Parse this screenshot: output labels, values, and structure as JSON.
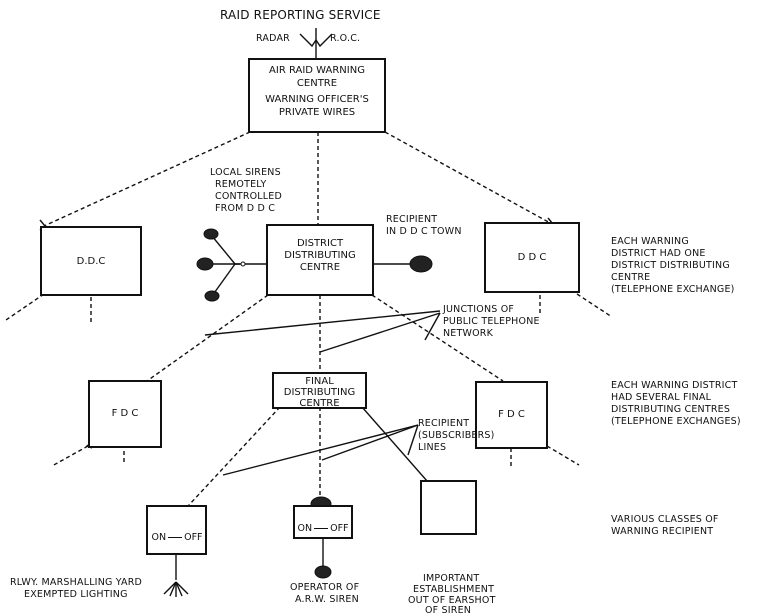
{
  "top": {
    "service_title": "RAID REPORTING SERVICE",
    "radar_label": "RADAR",
    "roc_label": "R.O.C."
  },
  "arwc": {
    "title_line1": "AIR RAID WARNING",
    "title_line2": "CENTRE",
    "sub_line1": "WARNING OFFICER'S",
    "sub_line2": "PRIVATE WIRES"
  },
  "ddc_left": {
    "label": "D.D.C"
  },
  "ddc_right": {
    "label": "D D C"
  },
  "ddc_center": {
    "line1": "DISTRICT",
    "line2": "DISTRIBUTING",
    "line3": "CENTRE"
  },
  "local_sirens": {
    "line1": "LOCAL SIRENS",
    "line2": "REMOTELY",
    "line3": "CONTROLLED",
    "line4": "FROM D D C"
  },
  "recipient_ddc": {
    "line1": "RECIPIENT",
    "line2": "IN D D C TOWN"
  },
  "junctions": {
    "line1": "JUNCTIONS OF",
    "line2": "PUBLIC TELEPHONE",
    "line3": "NETWORK"
  },
  "fdc_left": {
    "label": "F D C"
  },
  "fdc_right": {
    "label": "F D C"
  },
  "fdc_center": {
    "line1": "FINAL",
    "line2": "DISTRIBUTING",
    "line3": "CENTRE"
  },
  "recipient_lines": {
    "line1": "RECIPIENT",
    "line2": "(SUBSCRIBERS)",
    "line3": "LINES"
  },
  "on_label": "ON",
  "off_label": "OFF",
  "bottom_left": {
    "line1": "RLWY. MARSHALLING YARD",
    "line2": "EXEMPTED LIGHTING"
  },
  "bottom_center": {
    "line1": "OPERATOR OF",
    "line2": "A.R.W. SIREN"
  },
  "bottom_right": {
    "line1": "IMPORTANT",
    "line2": "ESTABLISHMENT",
    "line3": "OUT OF EARSHOT",
    "line4": "OF SIREN"
  },
  "side_notes": {
    "ddc_note": {
      "line1": "EACH WARNING",
      "line2": "DISTRICT HAD ONE",
      "line3": "DISTRICT DISTRIBUTING",
      "line4": "CENTRE",
      "line5": "(TELEPHONE EXCHANGE)"
    },
    "fdc_note": {
      "line1": "EACH WARNING DISTRICT",
      "line2": "HAD SEVERAL FINAL",
      "line3": "DISTRIBUTING CENTRES",
      "line4": "(TELEPHONE EXCHANGES)"
    },
    "recipient_note": {
      "line1": "VARIOUS CLASSES OF",
      "line2": "WARNING RECIPIENT"
    }
  }
}
